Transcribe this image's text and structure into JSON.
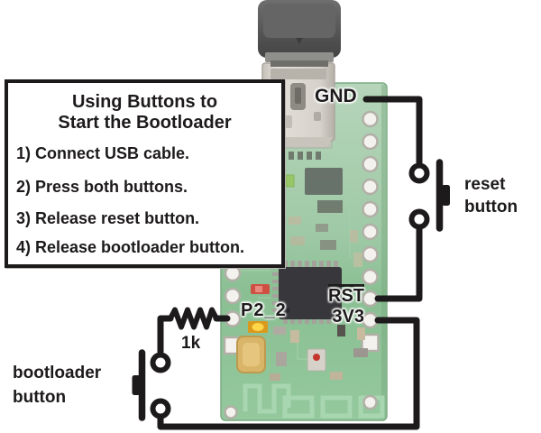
{
  "instruction_box": {
    "title_line1": "Using Buttons to",
    "title_line2": "Start the Bootloader",
    "steps": [
      "1) Connect USB cable.",
      "2) Press both buttons.",
      "3) Release reset button.",
      "4) Release bootloader button."
    ]
  },
  "pin_labels": {
    "gnd": "GND",
    "rst": "RST",
    "v33": "3V3",
    "p2_2": "P2_2"
  },
  "component_labels": {
    "reset_button_line1": "reset",
    "reset_button_line2": "button",
    "bootloader_button_line1": "bootloader",
    "bootloader_button_line2": "button",
    "resistor_value": "1k"
  },
  "colors": {
    "wire": "#1d1a1b",
    "pcb_green": "#8abf93",
    "usb_plug_gray": "#585858",
    "usb_metal": "#d9d5ce",
    "led_red": "#cf4f42",
    "led_yellow": "#ffd54a"
  }
}
